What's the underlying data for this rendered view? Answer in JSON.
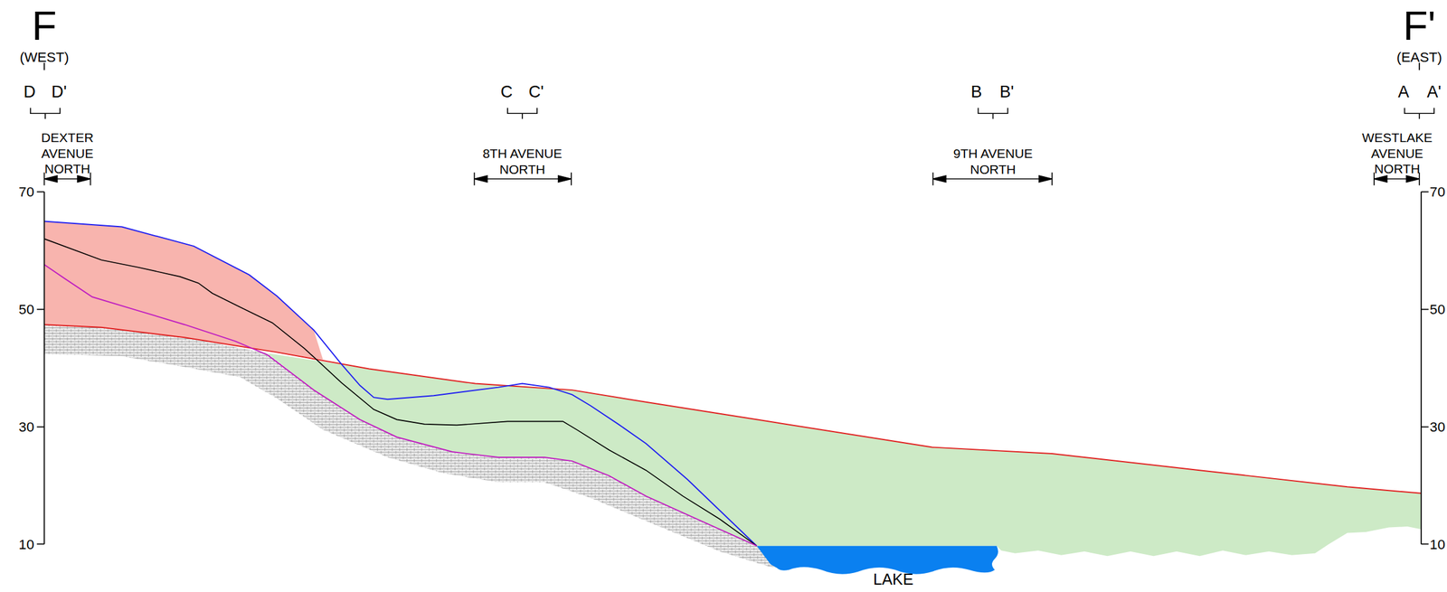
{
  "diagram": {
    "labels": [
      "F",
      "(WEST)",
      "D",
      "D'",
      "C",
      "C'",
      "B",
      "B'",
      "A",
      "A'",
      "F'",
      "(EAST)",
      "DEXTER AVENUE NORTH",
      "8TH AVENUE NORTH",
      "9TH AVENUE NORTH",
      "WESTLAKE AVENUE NORTH",
      "70",
      "50",
      "30",
      "10",
      "70",
      "50",
      "30",
      "10",
      "LAKE"
    ]
  }
}
